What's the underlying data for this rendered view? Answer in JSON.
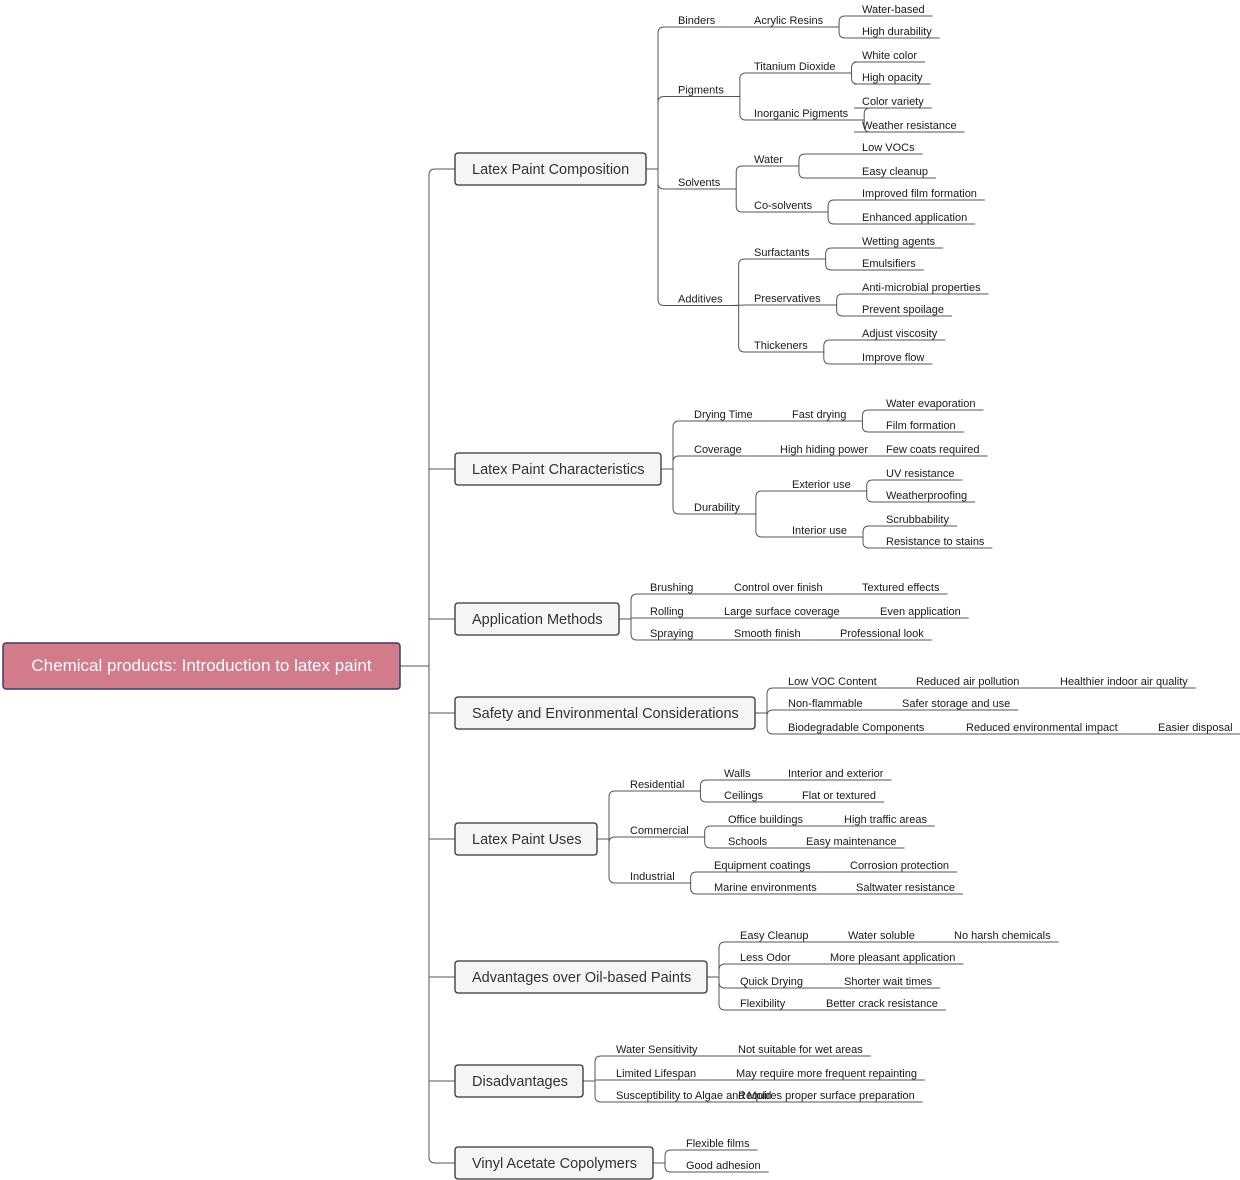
{
  "mindmap": {
    "root": "Chemical products: Introduction to latex paint",
    "branches": [
      {
        "label": "Latex Paint Composition",
        "children": [
          {
            "label": "Binders",
            "children": [
              {
                "label": "Acrylic Resins",
                "children": [
                  {
                    "label": "Water-based"
                  },
                  {
                    "label": "High durability"
                  }
                ]
              }
            ]
          },
          {
            "label": "Pigments",
            "children": [
              {
                "label": "Titanium Dioxide",
                "children": [
                  {
                    "label": "White color"
                  },
                  {
                    "label": "High opacity"
                  }
                ]
              },
              {
                "label": "Inorganic Pigments",
                "children": [
                  {
                    "label": "Color variety"
                  },
                  {
                    "label": "Weather resistance"
                  }
                ]
              }
            ]
          },
          {
            "label": "Solvents",
            "children": [
              {
                "label": "Water",
                "children": [
                  {
                    "label": "Low VOCs"
                  },
                  {
                    "label": "Easy cleanup"
                  }
                ]
              },
              {
                "label": "Co-solvents",
                "children": [
                  {
                    "label": "Improved film formation"
                  },
                  {
                    "label": "Enhanced application"
                  }
                ]
              }
            ]
          },
          {
            "label": "Additives",
            "children": [
              {
                "label": "Surfactants",
                "children": [
                  {
                    "label": "Wetting agents"
                  },
                  {
                    "label": "Emulsifiers"
                  }
                ]
              },
              {
                "label": "Preservatives",
                "children": [
                  {
                    "label": "Anti-microbial properties"
                  },
                  {
                    "label": "Prevent spoilage"
                  }
                ]
              },
              {
                "label": "Thickeners",
                "children": [
                  {
                    "label": "Adjust viscosity"
                  },
                  {
                    "label": "Improve flow"
                  }
                ]
              }
            ]
          }
        ]
      },
      {
        "label": "Latex Paint Characteristics",
        "children": [
          {
            "label": "Drying Time",
            "children": [
              {
                "label": "Fast drying",
                "children": [
                  {
                    "label": "Water evaporation"
                  },
                  {
                    "label": "Film formation"
                  }
                ]
              }
            ]
          },
          {
            "label": "Coverage",
            "children": [
              {
                "label": "High hiding power",
                "children": [
                  {
                    "label": "Few coats required"
                  }
                ]
              }
            ]
          },
          {
            "label": "Durability",
            "children": [
              {
                "label": "Exterior use",
                "children": [
                  {
                    "label": "UV resistance"
                  },
                  {
                    "label": "Weatherproofing"
                  }
                ]
              },
              {
                "label": "Interior use",
                "children": [
                  {
                    "label": "Scrubbability"
                  },
                  {
                    "label": "Resistance to stains"
                  }
                ]
              }
            ]
          }
        ]
      },
      {
        "label": "Application Methods",
        "children": [
          {
            "label": "Brushing",
            "children": [
              {
                "label": "Control over finish",
                "children": [
                  {
                    "label": "Textured effects"
                  }
                ]
              }
            ]
          },
          {
            "label": "Rolling",
            "children": [
              {
                "label": "Large surface coverage",
                "children": [
                  {
                    "label": "Even application"
                  }
                ]
              }
            ]
          },
          {
            "label": "Spraying",
            "children": [
              {
                "label": "Smooth finish",
                "children": [
                  {
                    "label": "Professional look"
                  }
                ]
              }
            ]
          }
        ]
      },
      {
        "label": "Safety and Environmental Considerations",
        "children": [
          {
            "label": "Low VOC Content",
            "children": [
              {
                "label": "Reduced air pollution",
                "children": [
                  {
                    "label": "Healthier indoor air quality"
                  }
                ]
              }
            ]
          },
          {
            "label": "Non-flammable",
            "children": [
              {
                "label": "Safer storage and use"
              }
            ]
          },
          {
            "label": "Biodegradable Components",
            "children": [
              {
                "label": "Reduced environmental impact",
                "children": [
                  {
                    "label": "Easier disposal"
                  }
                ]
              }
            ]
          }
        ]
      },
      {
        "label": "Latex Paint Uses",
        "children": [
          {
            "label": "Residential",
            "children": [
              {
                "label": "Walls",
                "children": [
                  {
                    "label": "Interior and exterior"
                  }
                ]
              },
              {
                "label": "Ceilings",
                "children": [
                  {
                    "label": "Flat or textured"
                  }
                ]
              }
            ]
          },
          {
            "label": "Commercial",
            "children": [
              {
                "label": "Office buildings",
                "children": [
                  {
                    "label": "High traffic areas"
                  }
                ]
              },
              {
                "label": "Schools",
                "children": [
                  {
                    "label": "Easy maintenance"
                  }
                ]
              }
            ]
          },
          {
            "label": "Industrial",
            "children": [
              {
                "label": "Equipment coatings",
                "children": [
                  {
                    "label": "Corrosion protection"
                  }
                ]
              },
              {
                "label": "Marine environments",
                "children": [
                  {
                    "label": "Saltwater resistance"
                  }
                ]
              }
            ]
          }
        ]
      },
      {
        "label": "Advantages over Oil-based Paints",
        "children": [
          {
            "label": "Easy Cleanup",
            "children": [
              {
                "label": "Water soluble",
                "children": [
                  {
                    "label": "No harsh chemicals"
                  }
                ]
              }
            ]
          },
          {
            "label": "Less Odor",
            "children": [
              {
                "label": "More pleasant application"
              }
            ]
          },
          {
            "label": "Quick Drying",
            "children": [
              {
                "label": "Shorter wait times"
              }
            ]
          },
          {
            "label": "Flexibility",
            "children": [
              {
                "label": "Better crack resistance"
              }
            ]
          }
        ]
      },
      {
        "label": "Disadvantages",
        "children": [
          {
            "label": "Water Sensitivity",
            "children": [
              {
                "label": "Not suitable for wet areas"
              }
            ]
          },
          {
            "label": "Limited Lifespan",
            "children": [
              {
                "label": "May require more frequent repainting"
              }
            ]
          },
          {
            "label": "Susceptibility to Algae and Mold",
            "children": [
              {
                "label": "Requires proper surface preparation"
              }
            ]
          }
        ]
      },
      {
        "label": "Vinyl Acetate Copolymers",
        "children": [
          {
            "label": "Flexible films"
          },
          {
            "label": "Good adhesion"
          }
        ]
      }
    ]
  },
  "colors": {
    "root_fill": "#d17b8b",
    "root_border": "#3a3a6e",
    "branch_fill": "#f5f5f5",
    "branch_border": "#333333",
    "line": "#555555"
  }
}
